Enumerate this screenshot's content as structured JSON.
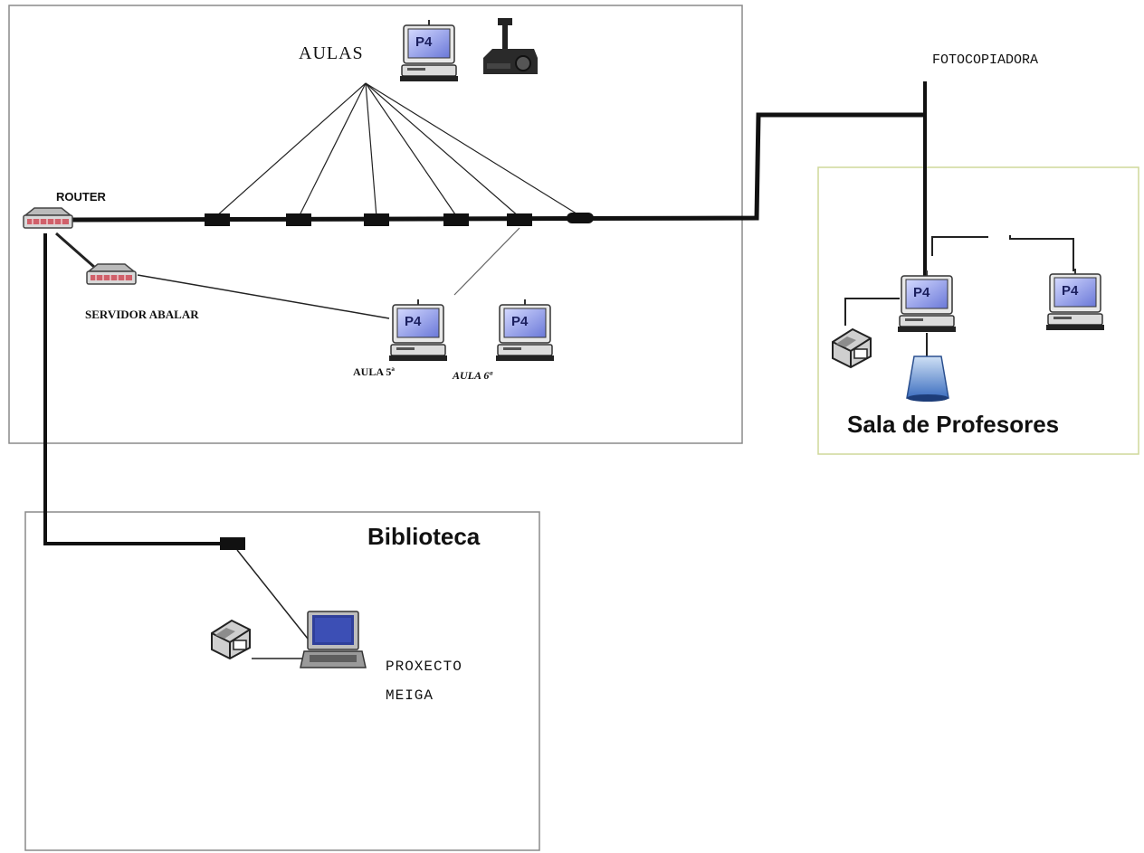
{
  "labels": {
    "aulas": "AULAS",
    "router": "ROUTER",
    "servidor": "SERVIDOR ABALAR",
    "aula5": "AULA 5ª",
    "aula6": "AULA 6ª",
    "fotocopiadora": "FOTOCOPIADORA",
    "sala": "Sala de Profesores",
    "biblioteca": "Biblioteca",
    "proxecto_line1": "PROXECTO",
    "proxecto_line2": "MEIGA"
  },
  "pc_badge": "P4",
  "icons": [
    "desktop-computer-icon",
    "projector-icon",
    "router-icon",
    "server-icon",
    "printer-icon",
    "laptop-icon",
    "scanner-icon",
    "network-node-icon"
  ],
  "colors": {
    "line": "#111111",
    "panel_border": "#8a8a8a",
    "sala_border": "#cfd89a",
    "screen": "#6f7fd6",
    "screen_light": "#c9d0f5"
  }
}
